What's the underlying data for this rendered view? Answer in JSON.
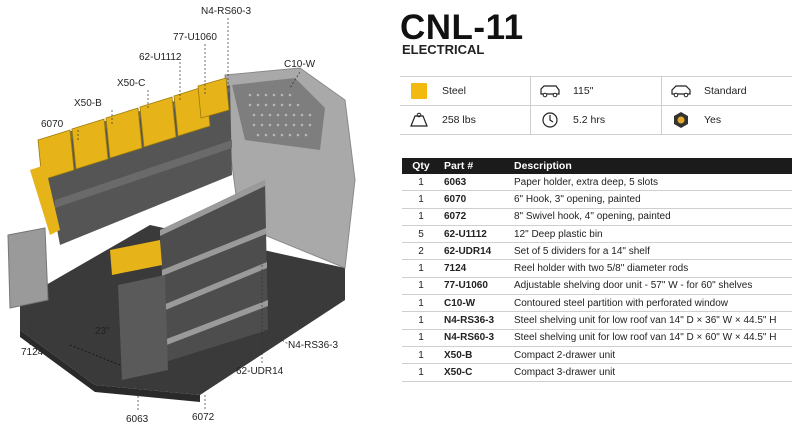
{
  "product": {
    "title": "CNL-11",
    "subtitle": "ELECTRICAL"
  },
  "specs": [
    {
      "icon": "steel-swatch-icon",
      "label": "Steel",
      "color": "#f2b90f"
    },
    {
      "icon": "van-length-icon",
      "label": "115\""
    },
    {
      "icon": "van-roof-icon",
      "label": "Standard"
    },
    {
      "icon": "weight-icon",
      "label": "258 lbs"
    },
    {
      "icon": "install-time-icon",
      "label": "5.2 hrs"
    },
    {
      "icon": "hardware-bolt-icon",
      "label": "Yes"
    }
  ],
  "table": {
    "headers": {
      "qty": "Qty",
      "part": "Part #",
      "description": "Description"
    },
    "rows": [
      {
        "qty": "1",
        "part": "6063",
        "description": "Paper holder, extra deep, 5 slots"
      },
      {
        "qty": "1",
        "part": "6070",
        "description": "6\" Hook, 3\" opening, painted"
      },
      {
        "qty": "1",
        "part": "6072",
        "description": "8\" Swivel hook, 4\" opening, painted"
      },
      {
        "qty": "5",
        "part": "62-U1112",
        "description": "12\" Deep plastic bin"
      },
      {
        "qty": "2",
        "part": "62-UDR14",
        "description": "Set of 5 dividers for a 14\" shelf"
      },
      {
        "qty": "1",
        "part": "7124",
        "description": "Reel holder with two 5/8\" diameter rods"
      },
      {
        "qty": "1",
        "part": "77-U1060",
        "description": "Adjustable shelving door unit - 57\" W - for 60\" shelves"
      },
      {
        "qty": "1",
        "part": "C10-W",
        "description": "Contoured steel partition with perforated window"
      },
      {
        "qty": "1",
        "part": "N4-RS36-3",
        "description": "Steel shelving unit for low roof van 14\" D × 36\" W × 44.5\" H"
      },
      {
        "qty": "1",
        "part": "N4-RS60-3",
        "description": "Steel shelving unit for low roof van 14\" D × 60\" W × 44.5\" H"
      },
      {
        "qty": "1",
        "part": "X50-B",
        "description": "Compact 2-drawer unit"
      },
      {
        "qty": "1",
        "part": "X50-C",
        "description": "Compact 3-drawer unit"
      }
    ]
  },
  "callouts": {
    "n4_rs60_3": "N4-RS60-3",
    "u1060": "77-U1060",
    "u1112": "62-U1112",
    "c10w": "C10-W",
    "x50c": "X50-C",
    "x50b": "X50-B",
    "h6070": "6070",
    "r7124": "7124",
    "dim23": "23\"",
    "n4_rs36_3": "N4-RS36-3",
    "udr14": "62-UDR14",
    "p6063": "6063",
    "h6072": "6072"
  }
}
